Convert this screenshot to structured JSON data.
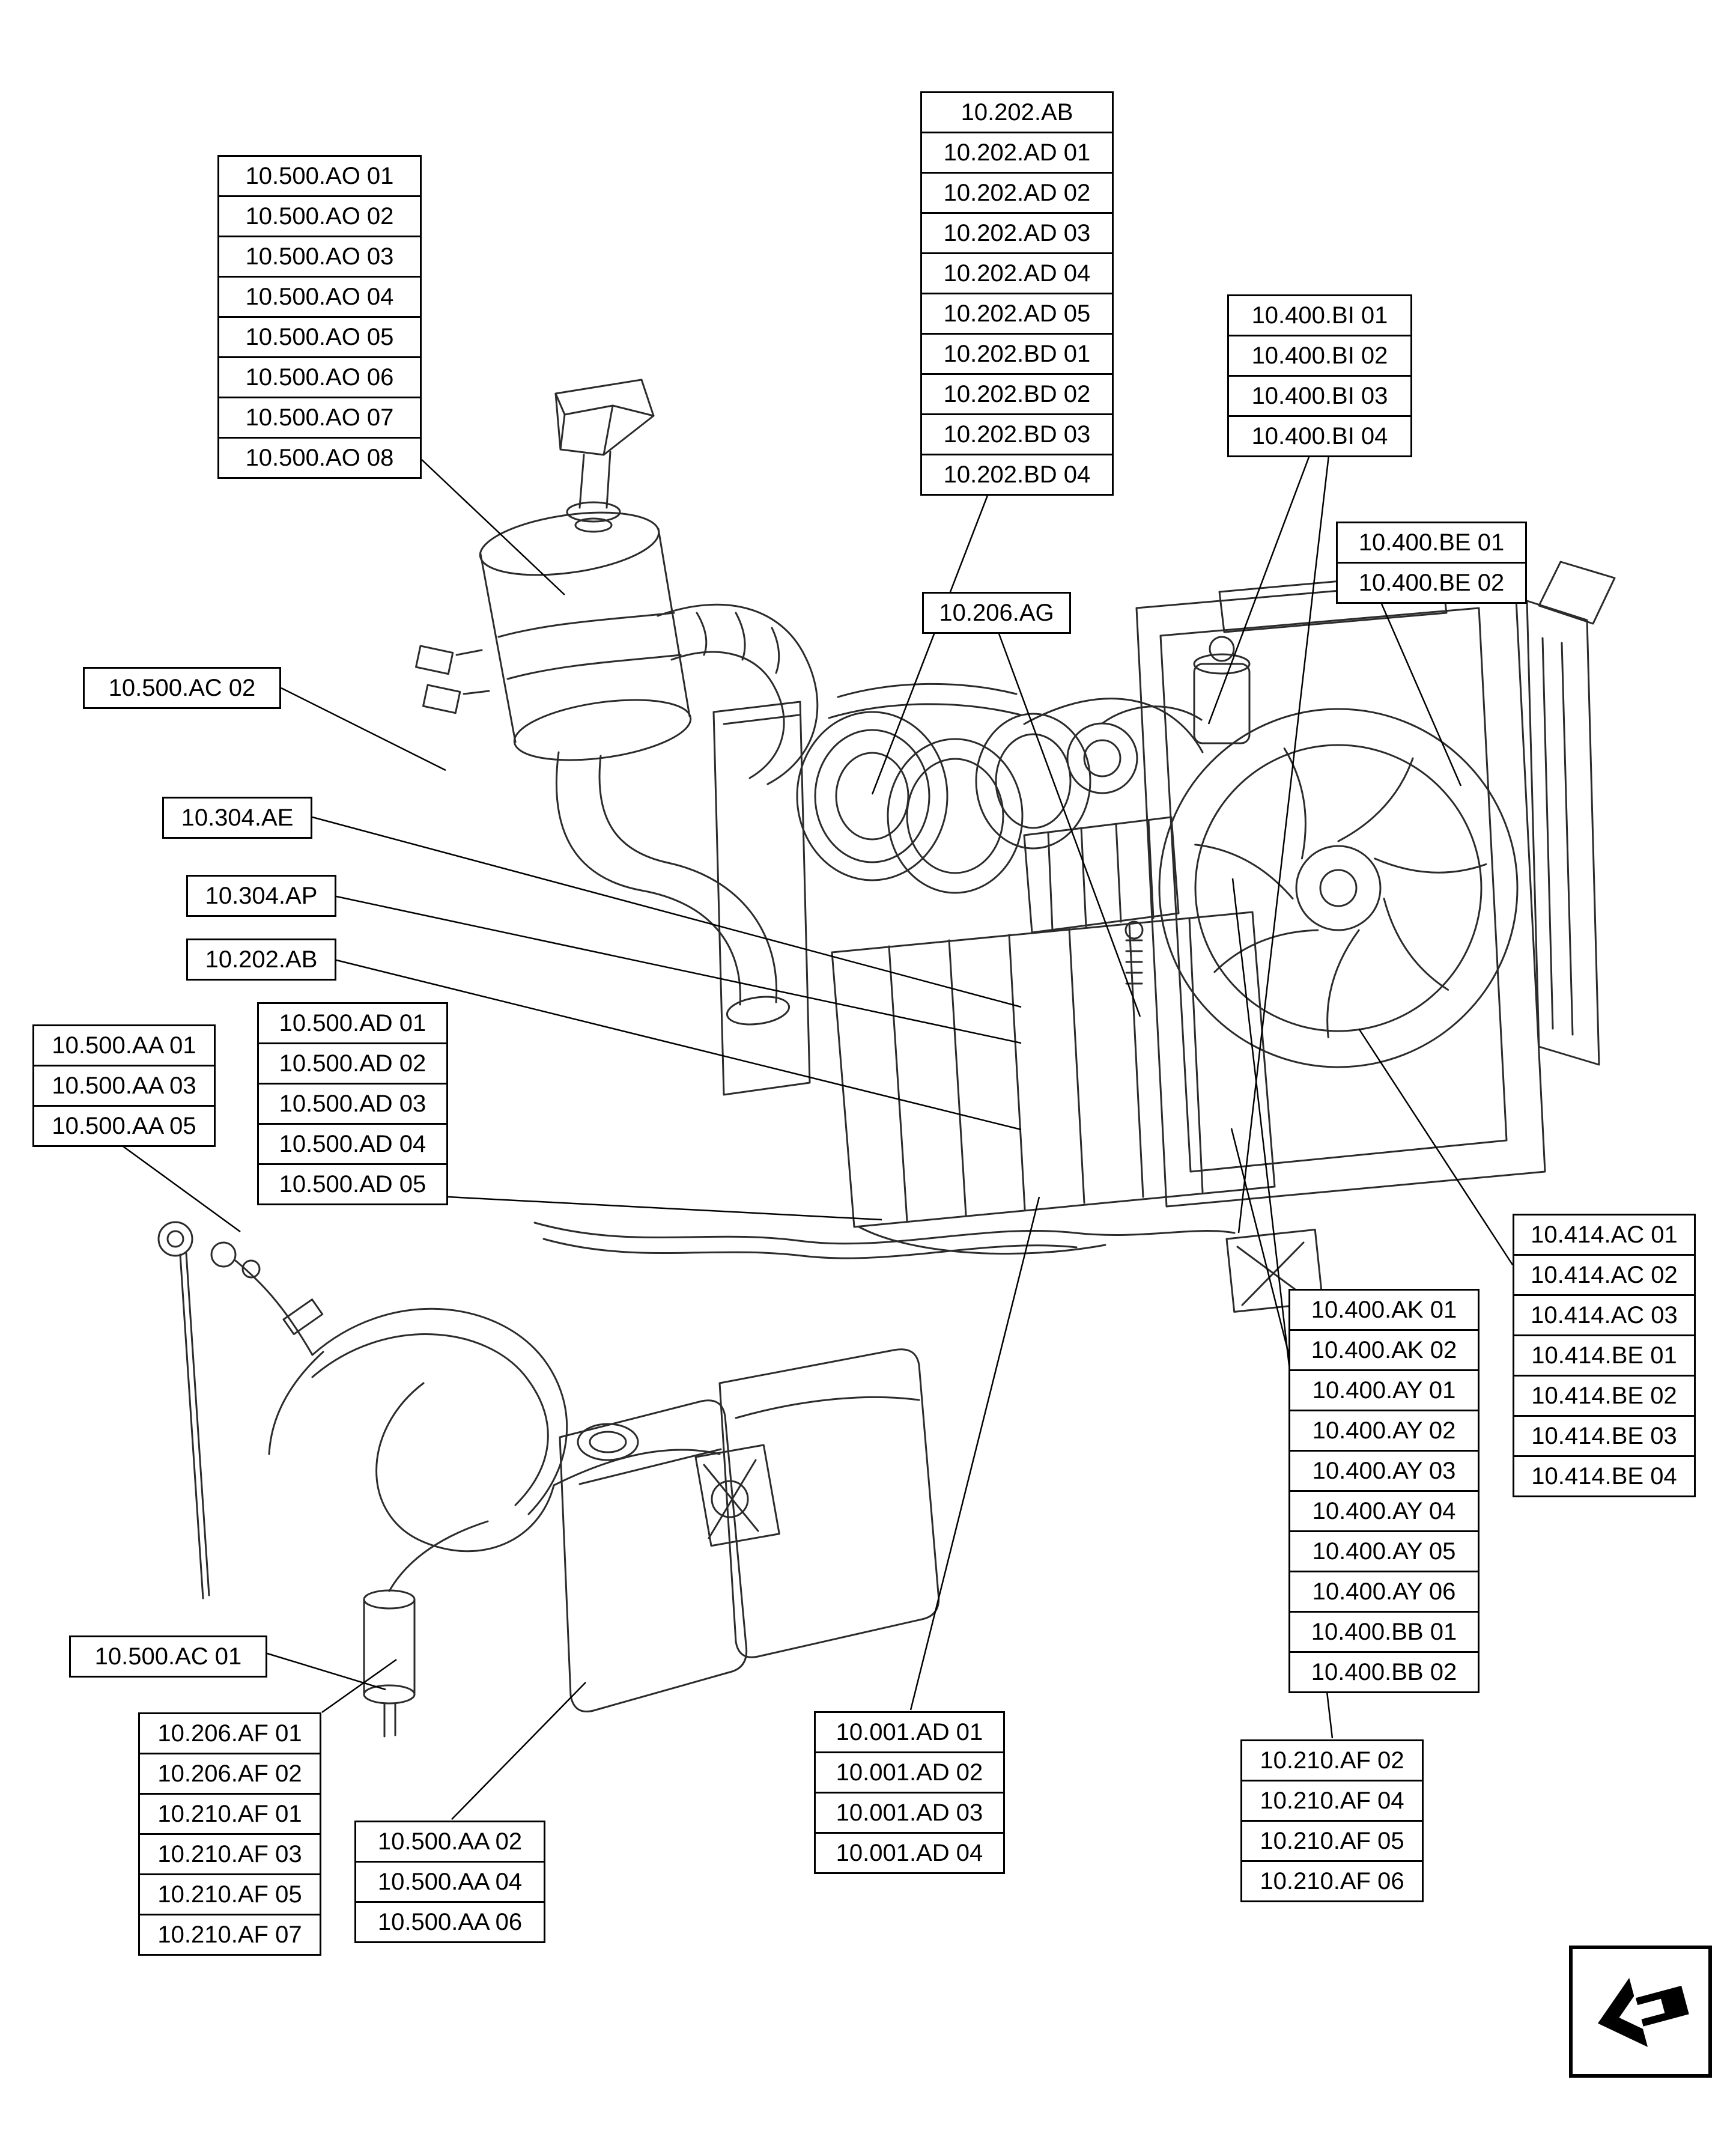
{
  "figure": {
    "type": "parts-diagram",
    "description": "Tractor engine assembly technical illustration with part reference callout labels",
    "background_color": "#ffffff",
    "line_color": "#2b2b2b",
    "label_border_color": "#000000"
  },
  "label_groups": [
    {
      "name": "exhaust-muffler-refs",
      "items": [
        "10.500.AO 01",
        "10.500.AO 02",
        "10.500.AO 03",
        "10.500.AO 04",
        "10.500.AO 05",
        "10.500.AO 06",
        "10.500.AO 07",
        "10.500.AO 08"
      ]
    },
    {
      "name": "engine-air-intake-refs",
      "items": [
        "10.202.AB",
        "10.202.AD 01",
        "10.202.AD 02",
        "10.202.AD 03",
        "10.202.AD 04",
        "10.202.AD 05",
        "10.202.BD 01",
        "10.202.BD 02",
        "10.202.BD 03",
        "10.202.BD 04"
      ]
    },
    {
      "name": "cooling-bi-refs",
      "items": [
        "10.400.BI 01",
        "10.400.BI 02",
        "10.400.BI 03",
        "10.400.BI 04"
      ]
    },
    {
      "name": "cooling-be-refs",
      "items": [
        "10.400.BE 01",
        "10.400.BE 02"
      ]
    },
    {
      "name": "ag-ref",
      "items": [
        "10.206.AG"
      ]
    },
    {
      "name": "ac02-ref",
      "items": [
        "10.500.AC 02"
      ]
    },
    {
      "name": "ae-ref",
      "items": [
        "10.304.AE"
      ]
    },
    {
      "name": "ap-ref",
      "items": [
        "10.304.AP"
      ]
    },
    {
      "name": "ab-ref",
      "items": [
        "10.202.AB"
      ]
    },
    {
      "name": "aa-odd-refs",
      "items": [
        "10.500.AA 01",
        "10.500.AA 03",
        "10.500.AA 05"
      ]
    },
    {
      "name": "ad-500-refs",
      "items": [
        "10.500.AD 01",
        "10.500.AD 02",
        "10.500.AD 03",
        "10.500.AD 04",
        "10.500.AD 05"
      ]
    },
    {
      "name": "fan-drive-refs",
      "items": [
        "10.414.AC 01",
        "10.414.AC 02",
        "10.414.AC 03",
        "10.414.BE 01",
        "10.414.BE 02",
        "10.414.BE 03",
        "10.414.BE 04"
      ]
    },
    {
      "name": "cooling-ak-ay-bb-refs",
      "items": [
        "10.400.AK 01",
        "10.400.AK 02",
        "10.400.AY 01",
        "10.400.AY 02",
        "10.400.AY 03",
        "10.400.AY 04",
        "10.400.AY 05",
        "10.400.AY 06",
        "10.400.BB 01",
        "10.400.BB 02"
      ]
    },
    {
      "name": "ac01-ref",
      "items": [
        "10.500.AC 01"
      ]
    },
    {
      "name": "af-left-refs",
      "items": [
        "10.206.AF 01",
        "10.206.AF 02",
        "10.210.AF 01",
        "10.210.AF 03",
        "10.210.AF 05",
        "10.210.AF 07"
      ]
    },
    {
      "name": "aa-even-refs",
      "items": [
        "10.500.AA 02",
        "10.500.AA 04",
        "10.500.AA 06"
      ]
    },
    {
      "name": "engine-001-ad-refs",
      "items": [
        "10.001.AD 01",
        "10.001.AD 02",
        "10.001.AD 03",
        "10.001.AD 04"
      ]
    },
    {
      "name": "af-right-refs",
      "items": [
        "10.210.AF 02",
        "10.210.AF 04",
        "10.210.AF 05",
        "10.210.AF 06"
      ]
    }
  ],
  "icons": {
    "next_page": "arrow-next"
  }
}
